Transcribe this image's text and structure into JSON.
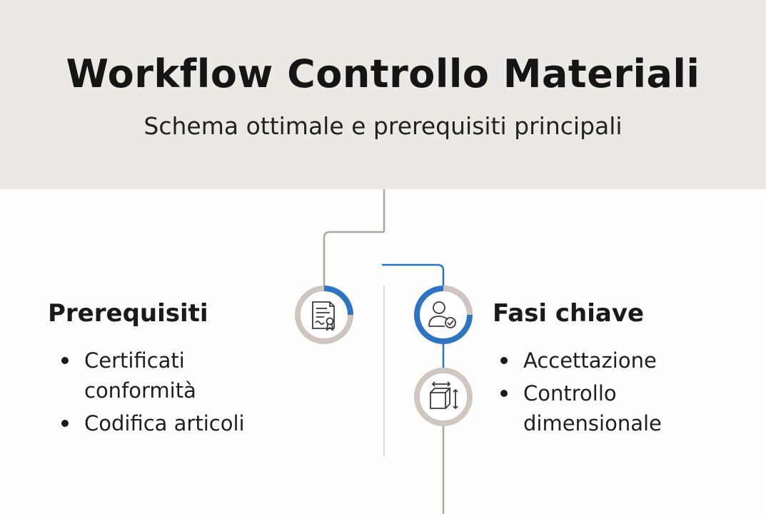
{
  "header": {
    "title": "Workflow Controllo Materiali",
    "subtitle": "Schema ottimale e prerequisiti principali"
  },
  "prerequisites": {
    "title": "Prerequisiti",
    "items": [
      "Certificati conformità",
      "Codifica articoli"
    ],
    "icon": "certificate-document-icon"
  },
  "key_phases": {
    "title": "Fasi chiave",
    "items": [
      "Accettazione",
      "Controllo dimensionale"
    ],
    "icons": [
      "user-check-icon",
      "box-dimension-icon"
    ]
  },
  "colors": {
    "header_bg": "#ece9e4",
    "accent_blue": "#2f74c0",
    "connector_tan": "#b0a79e",
    "node_ring": "#cfc7bf"
  }
}
